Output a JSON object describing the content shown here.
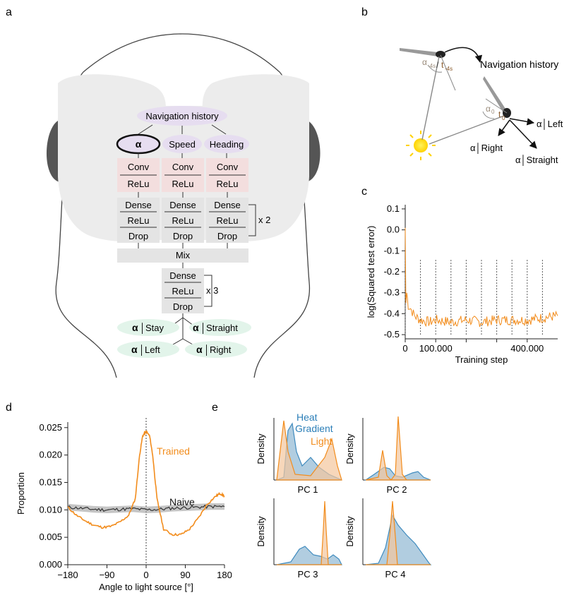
{
  "panels": {
    "a": "a",
    "b": "b",
    "c": "c",
    "d": "d",
    "e": "e"
  },
  "panel_a": {
    "nav_history": "Navigation history",
    "inputs": [
      "α",
      "Speed",
      "Heading"
    ],
    "conv": "Conv",
    "relu": "ReLu",
    "dense": "Dense",
    "drop": "Drop",
    "times2": "x 2",
    "mix": "Mix",
    "times3": "x 3",
    "outputs": {
      "alpha": "α",
      "stay": "Stay",
      "straight": "Straight",
      "left": "Left",
      "right": "Right"
    }
  },
  "panel_b": {
    "alpha_past": "α",
    "alpha_past_sub": "-4s",
    "t_past": "t",
    "t_past_sub": "-4s",
    "nav_history": "Navigation history",
    "alpha_now": "α",
    "alpha_now_sub": "0",
    "t_now": "t",
    "t_now_sub": "0",
    "out_left": "α│Left",
    "out_right": "α│Right",
    "out_straight": "α│Straight"
  },
  "chart_data": [
    {
      "panel": "c",
      "type": "line",
      "title": "",
      "xlabel": "Training step",
      "ylabel": "log(Squared test error)",
      "x_tick_labels": [
        "0",
        "100.000",
        "400.000"
      ],
      "x_ticks": [
        0,
        100000,
        200000,
        300000,
        400000
      ],
      "y_ticks": [
        0.1,
        0.0,
        -0.1,
        -0.2,
        -0.3,
        -0.4,
        -0.5
      ],
      "y_tick_labels": [
        "0.1",
        "0.0",
        "-0.1",
        "-0.2",
        "-0.3",
        "-0.4",
        "-0.5"
      ],
      "xlim": [
        0,
        500000
      ],
      "ylim": [
        -0.52,
        0.12
      ],
      "vlines": [
        0,
        50000,
        100000,
        150000,
        200000,
        250000,
        300000,
        350000,
        400000,
        450000
      ],
      "series": [
        {
          "color": "#f28c1c",
          "points": [
            [
              0,
              0.01
            ],
            [
              2000,
              -0.35
            ],
            [
              5000,
              -0.3
            ],
            [
              10000,
              -0.36
            ],
            [
              20000,
              -0.38
            ],
            [
              30000,
              -0.41
            ],
            [
              50000,
              -0.43
            ],
            [
              80000,
              -0.44
            ],
            [
              100000,
              -0.43
            ],
            [
              150000,
              -0.44
            ],
            [
              200000,
              -0.43
            ],
            [
              250000,
              -0.44
            ],
            [
              300000,
              -0.43
            ],
            [
              350000,
              -0.43
            ],
            [
              400000,
              -0.43
            ],
            [
              450000,
              -0.42
            ],
            [
              500000,
              -0.41
            ]
          ]
        }
      ],
      "colors": {
        "line": "#f28c1c",
        "vline": "#555555"
      }
    },
    {
      "panel": "d",
      "type": "line",
      "title": "",
      "xlabel": "Angle to light source [°]",
      "ylabel": "Proportion",
      "x_ticks": [
        -180,
        -90,
        0,
        90,
        180
      ],
      "x_tick_labels": [
        "−180",
        "−90",
        "0",
        "90",
        "180"
      ],
      "y_ticks": [
        0.0,
        0.005,
        0.01,
        0.015,
        0.02,
        0.025
      ],
      "y_tick_labels": [
        "0.000",
        "0.005",
        "0.010",
        "0.015",
        "0.020",
        "0.025"
      ],
      "xlim": [
        -180,
        180
      ],
      "ylim": [
        0,
        0.026
      ],
      "series": [
        {
          "name": "Trained",
          "color": "#f28c1c",
          "x": [
            -180,
            -160,
            -140,
            -120,
            -100,
            -80,
            -60,
            -40,
            -25,
            -15,
            -8,
            0,
            8,
            15,
            25,
            40,
            60,
            80,
            100,
            120,
            140,
            160,
            170,
            180
          ],
          "y": [
            0.0105,
            0.009,
            0.008,
            0.0072,
            0.0068,
            0.007,
            0.0078,
            0.009,
            0.012,
            0.02,
            0.0235,
            0.0243,
            0.0235,
            0.02,
            0.012,
            0.0065,
            0.0055,
            0.0055,
            0.0065,
            0.0085,
            0.011,
            0.0125,
            0.013,
            0.0125
          ]
        },
        {
          "name": "Naive",
          "color": "#333333",
          "x": [
            -180,
            -150,
            -120,
            -90,
            -60,
            -30,
            0,
            30,
            60,
            90,
            120,
            150,
            180
          ],
          "y": [
            0.0105,
            0.0103,
            0.0101,
            0.01,
            0.0101,
            0.0102,
            0.01,
            0.0101,
            0.0103,
            0.0104,
            0.0105,
            0.0106,
            0.0106
          ]
        }
      ],
      "vline_at": 0,
      "colors": {
        "trained": "#f28c1c",
        "naive": "#333333",
        "band": "#9e9e9e"
      }
    },
    {
      "panel": "e",
      "type": "area",
      "title": "",
      "ylabel": "Density",
      "legend": [
        "Heat",
        "Gradient",
        "Light"
      ],
      "subplots": [
        {
          "xlabel": "PC 1"
        },
        {
          "xlabel": "PC 2"
        },
        {
          "xlabel": "PC 3"
        },
        {
          "xlabel": "PC 4"
        }
      ],
      "colors": {
        "heat_gradient": "#2c7fb8",
        "light": "#f28c1c",
        "heat_fill": "#a9c8dd",
        "light_fill": "#f4c69d"
      }
    }
  ]
}
